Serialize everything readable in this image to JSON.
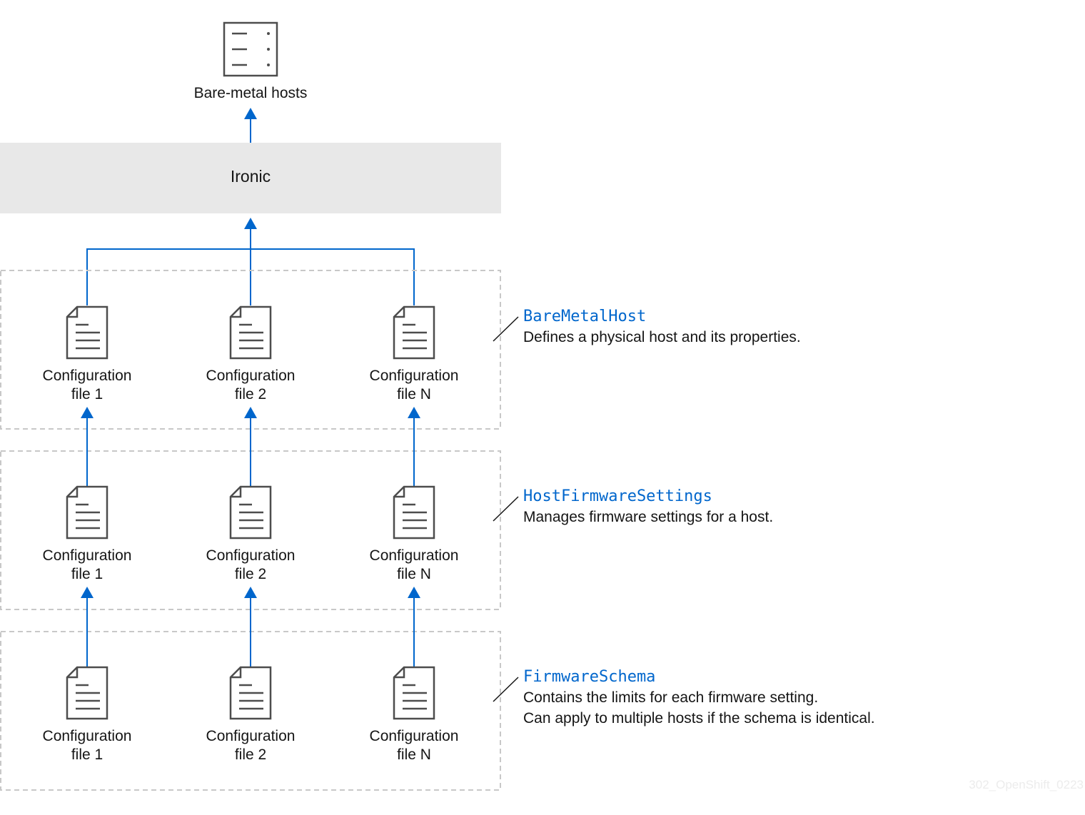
{
  "hosts": {
    "label": "Bare-metal hosts",
    "icon": "server-icon"
  },
  "ironic": {
    "label": "Ironic"
  },
  "layers": [
    {
      "title": "BareMetalHost",
      "description": [
        "Defines a physical host and its properties."
      ],
      "files": [
        {
          "line1": "Configuration",
          "line2": "file 1"
        },
        {
          "line1": "Configuration",
          "line2": "file 2"
        },
        {
          "line1": "Configuration",
          "line2": "file N"
        }
      ]
    },
    {
      "title": "HostFirmwareSettings",
      "description": [
        "Manages firmware settings for a host."
      ],
      "files": [
        {
          "line1": "Configuration",
          "line2": "file 1"
        },
        {
          "line1": "Configuration",
          "line2": "file 2"
        },
        {
          "line1": "Configuration",
          "line2": "file N"
        }
      ]
    },
    {
      "title": "FirmwareSchema",
      "description": [
        "Contains the limits for each firmware setting.",
        "Can apply to multiple hosts if the schema is identical."
      ],
      "files": [
        {
          "line1": "Configuration",
          "line2": "file 1"
        },
        {
          "line1": "Configuration",
          "line2": "file 2"
        },
        {
          "line1": "Configuration",
          "line2": "file N"
        }
      ]
    }
  ],
  "watermark": "302_OpenShift_0223",
  "colors": {
    "arrow": "#0066cc",
    "ironic_fill": "#e8e8e8",
    "icon_stroke": "#4d4d4d",
    "dashed_border": "#c8c8c8",
    "title_text": "#0066cc"
  }
}
